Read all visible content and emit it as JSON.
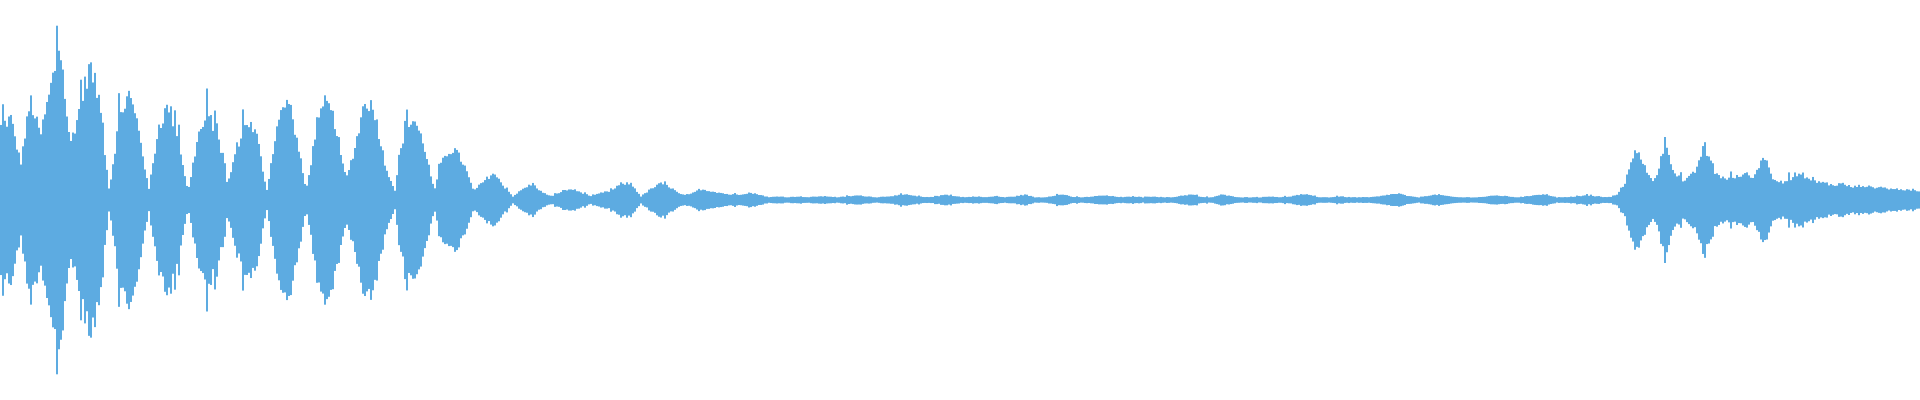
{
  "chart_data": {
    "type": "area",
    "description_of_marks": "",
    "waveform_color": "#5DABE1",
    "background_color": "#FFFFFF",
    "ylim": [
      -1,
      1
    ],
    "axes_visible": false,
    "grid": false,
    "envelope": [
      0.4,
      0.45,
      0.2,
      0.55,
      0.35,
      0.6,
      0.86,
      0.3,
      0.5,
      0.74,
      0.55,
      0.05,
      0.45,
      0.58,
      0.4,
      0.05,
      0.4,
      0.52,
      0.35,
      0.04,
      0.35,
      0.46,
      0.38,
      0.08,
      0.3,
      0.44,
      0.35,
      0.05,
      0.4,
      0.55,
      0.35,
      0.05,
      0.38,
      0.54,
      0.42,
      0.1,
      0.3,
      0.56,
      0.48,
      0.2,
      0.05,
      0.4,
      0.44,
      0.3,
      0.05,
      0.25,
      0.28,
      0.2,
      0.05,
      0.1,
      0.15,
      0.08,
      0.02,
      0.06,
      0.09,
      0.04,
      0.02,
      0.05,
      0.06,
      0.04,
      0.02,
      0.04,
      0.05,
      0.09,
      0.09,
      0.02,
      0.06,
      0.09,
      0.07,
      0.03,
      0.03,
      0.06,
      0.05,
      0.04,
      0.03,
      0.03,
      0.04,
      0.03,
      0.015,
      0.02,
      0.015,
      0.02,
      0.015,
      0.02,
      0.02,
      0.015,
      0.02,
      0.025,
      0.02,
      0.015,
      0.02,
      0.025,
      0.03,
      0.02,
      0.015,
      0.02,
      0.03,
      0.02,
      0.015,
      0.02,
      0.015,
      0.02,
      0.015,
      0.02,
      0.03,
      0.015,
      0.015,
      0.025,
      0.03,
      0.015,
      0.015,
      0.02,
      0.025,
      0.02,
      0.015,
      0.02,
      0.015,
      0.02,
      0.015,
      0.015,
      0.025,
      0.03,
      0.015,
      0.015,
      0.03,
      0.02,
      0.015,
      0.015,
      0.015,
      0.02,
      0.015,
      0.02,
      0.03,
      0.025,
      0.015,
      0.015,
      0.02,
      0.015,
      0.015,
      0.015,
      0.02,
      0.03,
      0.035,
      0.02,
      0.015,
      0.025,
      0.03,
      0.02,
      0.015,
      0.015,
      0.015,
      0.02,
      0.025,
      0.02,
      0.015,
      0.02,
      0.03,
      0.03,
      0.015,
      0.015,
      0.02,
      0.025,
      0.02,
      0.015,
      0.02,
      0.1,
      0.3,
      0.15,
      0.1,
      0.32,
      0.15,
      0.1,
      0.15,
      0.3,
      0.15,
      0.12,
      0.12,
      0.14,
      0.12,
      0.25,
      0.12,
      0.1,
      0.12,
      0.14,
      0.1,
      0.1,
      0.08,
      0.09,
      0.07,
      0.08,
      0.07,
      0.07,
      0.06,
      0.06,
      0.05,
      0.05
    ]
  }
}
